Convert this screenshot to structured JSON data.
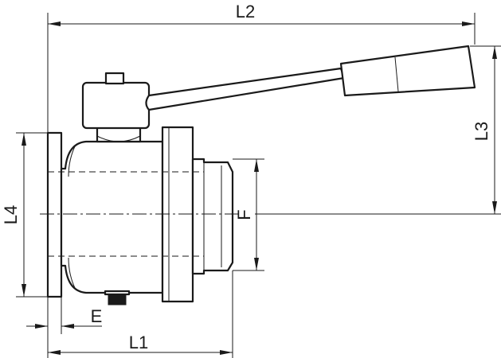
{
  "labels": {
    "L2": "L2",
    "L3": "L3",
    "L4": "L4",
    "F": "F",
    "E": "E",
    "L1": "L1"
  }
}
